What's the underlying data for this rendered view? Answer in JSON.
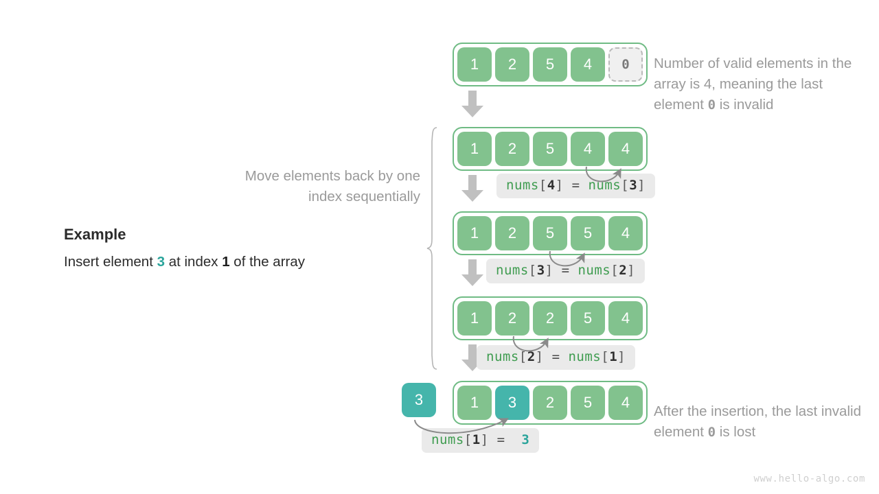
{
  "watermark": "www.hello-algo.com",
  "example": {
    "title": "Example",
    "line_prefix": "Insert element ",
    "value": "3",
    "line_middle": " at index ",
    "index": "1",
    "line_suffix": " of the array"
  },
  "notes": {
    "top": {
      "part1": "Number of valid elements in the array is 4, meaning the last element ",
      "mono": "0",
      "part2": " is invalid"
    },
    "left_bracket": "Move elements back by one index sequentially",
    "bottom": {
      "part1": "After the insertion, the last invalid element ",
      "mono": "0",
      "part2": " is lost"
    }
  },
  "arrays": [
    {
      "name": "array-initial",
      "cells": [
        {
          "value": "1",
          "state": "valid"
        },
        {
          "value": "2",
          "state": "valid"
        },
        {
          "value": "5",
          "state": "valid"
        },
        {
          "value": "4",
          "state": "valid"
        },
        {
          "value": "0",
          "state": "invalid"
        }
      ]
    },
    {
      "name": "array-step1",
      "cells": [
        {
          "value": "1",
          "state": "valid"
        },
        {
          "value": "2",
          "state": "valid"
        },
        {
          "value": "5",
          "state": "valid"
        },
        {
          "value": "4",
          "state": "valid"
        },
        {
          "value": "4",
          "state": "valid"
        }
      ]
    },
    {
      "name": "array-step2",
      "cells": [
        {
          "value": "1",
          "state": "valid"
        },
        {
          "value": "2",
          "state": "valid"
        },
        {
          "value": "5",
          "state": "valid"
        },
        {
          "value": "5",
          "state": "valid"
        },
        {
          "value": "4",
          "state": "valid"
        }
      ]
    },
    {
      "name": "array-step3",
      "cells": [
        {
          "value": "1",
          "state": "valid"
        },
        {
          "value": "2",
          "state": "valid"
        },
        {
          "value": "2",
          "state": "valid"
        },
        {
          "value": "5",
          "state": "valid"
        },
        {
          "value": "4",
          "state": "valid"
        }
      ]
    },
    {
      "name": "array-final",
      "cells": [
        {
          "value": "1",
          "state": "valid"
        },
        {
          "value": "3",
          "state": "teal"
        },
        {
          "value": "2",
          "state": "valid"
        },
        {
          "value": "5",
          "state": "valid"
        },
        {
          "value": "4",
          "state": "valid"
        }
      ]
    }
  ],
  "insert_box": {
    "value": "3"
  },
  "code_labels": [
    {
      "name": "code-nums4-eq-nums3",
      "lhs_fn": "nums",
      "lhs_idx": "4",
      "rhs_fn": "nums",
      "rhs_idx": "3",
      "eq": "=",
      "rhs_is_literal": false
    },
    {
      "name": "code-nums3-eq-nums2",
      "lhs_fn": "nums",
      "lhs_idx": "3",
      "rhs_fn": "nums",
      "rhs_idx": "2",
      "eq": "=",
      "rhs_is_literal": false
    },
    {
      "name": "code-nums2-eq-nums1",
      "lhs_fn": "nums",
      "lhs_idx": "2",
      "rhs_fn": "nums",
      "rhs_idx": "1",
      "eq": "=",
      "rhs_is_literal": false
    },
    {
      "name": "code-nums1-eq-3",
      "lhs_fn": "nums",
      "lhs_idx": "1",
      "rhs_literal": "3",
      "eq": "=",
      "rhs_is_literal": true
    }
  ],
  "colors": {
    "cell_green": "#82c28e",
    "border_green": "#6fbb84",
    "cell_teal": "#45b5ab",
    "arrow_gray": "#c0c0c0",
    "note_gray": "#9a9a9a",
    "code_bg": "#eaeaea",
    "code_fn_green": "#3f9c50",
    "watermark_gray": "#cfcfcf"
  },
  "brackets": {
    "open": "[",
    "close": "]"
  }
}
